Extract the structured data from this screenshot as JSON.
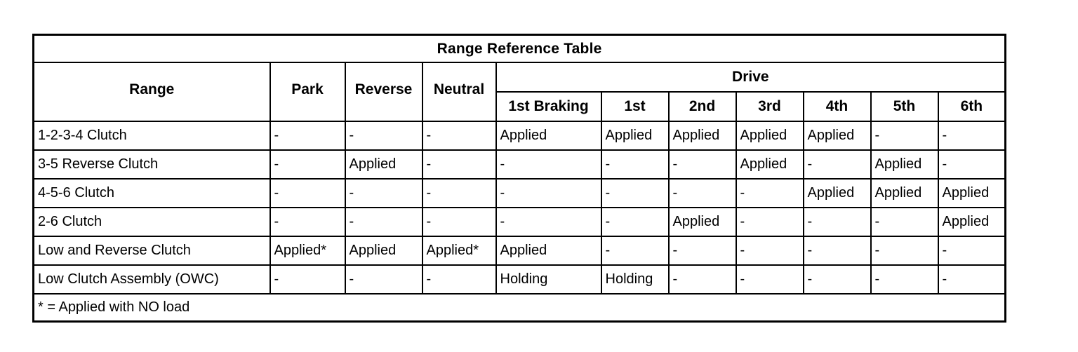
{
  "table": {
    "title": "Range Reference Table",
    "group_header": {
      "range_label": "Range",
      "park_label": "Park",
      "reverse_label": "Reverse",
      "neutral_label": "Neutral",
      "drive_label": "Drive"
    },
    "drive_subheaders": [
      "1st Braking",
      "1st",
      "2nd",
      "3rd",
      "4th",
      "5th",
      "6th"
    ],
    "columns": [
      "Range",
      "Park",
      "Reverse",
      "Neutral",
      "1st Braking",
      "1st",
      "2nd",
      "3rd",
      "4th",
      "5th",
      "6th"
    ],
    "rows": [
      {
        "label": "1-2-3-4 Clutch",
        "cells": [
          "-",
          "-",
          "-",
          "Applied",
          "Applied",
          "Applied",
          "Applied",
          "Applied",
          "-",
          "-"
        ]
      },
      {
        "label": "3-5 Reverse Clutch",
        "cells": [
          "-",
          "Applied",
          "-",
          "-",
          "-",
          "-",
          "Applied",
          "-",
          "Applied",
          "-"
        ]
      },
      {
        "label": "4-5-6 Clutch",
        "cells": [
          "-",
          "-",
          "-",
          "-",
          "-",
          "-",
          "-",
          "Applied",
          "Applied",
          "Applied"
        ]
      },
      {
        "label": "2-6 Clutch",
        "cells": [
          "-",
          "-",
          "-",
          "-",
          "-",
          "Applied",
          "-",
          "-",
          "-",
          "Applied"
        ]
      },
      {
        "label": "Low and Reverse Clutch",
        "cells": [
          "Applied*",
          "Applied",
          "Applied*",
          "Applied",
          "-",
          "-",
          "-",
          "-",
          "-",
          "-"
        ]
      },
      {
        "label": "Low Clutch Assembly (OWC)",
        "cells": [
          "-",
          "-",
          "-",
          "Holding",
          "Holding",
          "-",
          "-",
          "-",
          "-",
          "-"
        ]
      }
    ],
    "footnote": "* = Applied with NO load"
  },
  "colors": {
    "border": "#000000",
    "text": "#000000",
    "background": "#ffffff"
  }
}
